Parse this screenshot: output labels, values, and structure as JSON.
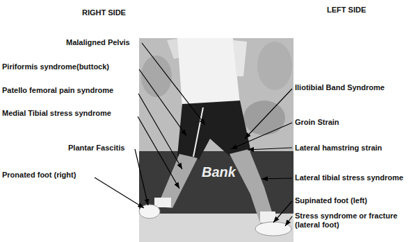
{
  "diagram": {
    "labels": [
      "RIGHT SIDE",
      "LEFT SIDE",
      "Malaligned Pelvis",
      "Piriformis syndrome(buttock)",
      "Patello femoral pain syndrome",
      "Medial Tibial stress syndrome",
      "Plantar Fascitis",
      "Pronated foot (right)",
      "Iliotibial Band Syndrome",
      "Groin Strain",
      "Lateral hamstring strain",
      "Lateral tibial stress syndrome",
      "Supinated foot (left)",
      "Stress syndrome or fracture (lateral foot)",
      "Bank"
    ]
  }
}
